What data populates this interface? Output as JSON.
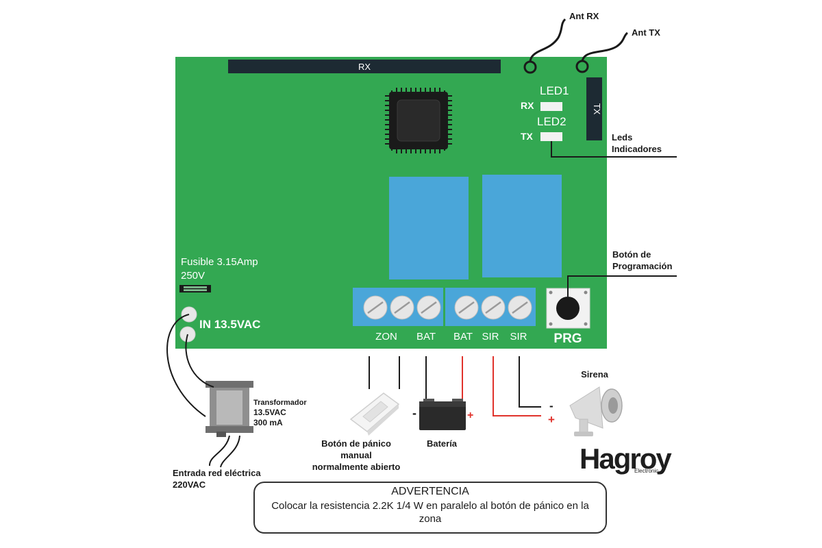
{
  "colors": {
    "board": "#33a852",
    "relay": "#4aa6d9",
    "terminal_block": "#4aa6d9",
    "strip": "#1d2a33",
    "wire_black": "#1a1a1a",
    "wire_red": "#e0322b"
  },
  "board": {
    "rx_strip_label": "RX",
    "tx_strip_label": "TX",
    "led1_label": "LED1",
    "led1_sub": "RX",
    "led2_label": "LED2",
    "led2_sub": "TX",
    "fuse_label_line1": "Fusible 3.15Amp",
    "fuse_label_line2": "250V",
    "input_label": "IN 13.5VAC",
    "button_label": "PRG"
  },
  "terminals": {
    "labels": [
      "ZON",
      "BAT",
      "BAT",
      "SIR",
      "SIR"
    ]
  },
  "callouts": {
    "ant_rx": "Ant RX",
    "ant_tx": "Ant TX",
    "leds_line1": "Leds",
    "leds_line2": "Indicadores",
    "prog_line1": "Botón de",
    "prog_line2": "Programación",
    "siren": "Sirena",
    "transformer_line1": "Transformador",
    "transformer_line2": "13.5VAC",
    "transformer_line3": "300 mA",
    "mains_line1": "Entrada red eléctrica",
    "mains_line2": "220VAC",
    "panic_line1": "Botón de pánico",
    "panic_line2": "manual",
    "panic_line3": "normalmente abierto",
    "battery": "Batería",
    "battery_minus": "-",
    "battery_plus": "+",
    "siren_minus": "-",
    "siren_plus": "+"
  },
  "warning": {
    "title": "ADVERTENCIA",
    "text": "Colocar la resistencia 2.2K 1/4 W en paralelo al botón de pánico en la zona"
  },
  "brand": {
    "name": "Hagroy",
    "sub": "Electronic"
  }
}
